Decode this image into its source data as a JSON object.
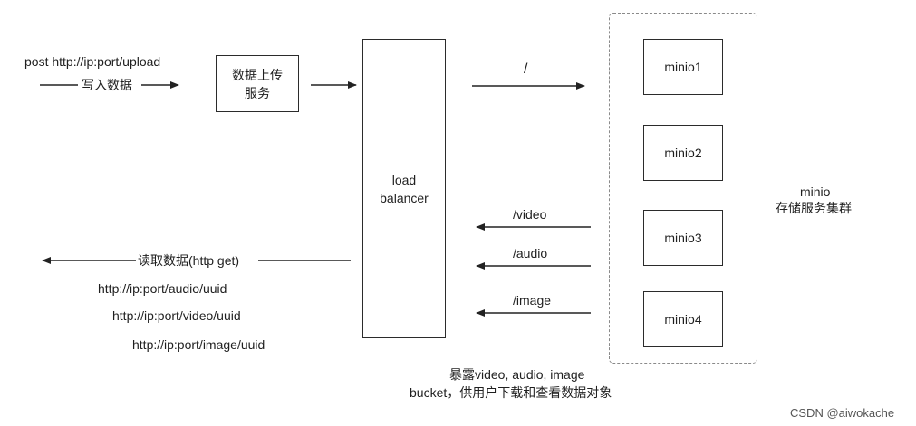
{
  "upload": {
    "request": "post http://ip:port/upload",
    "arrow_label": "写入数据",
    "service_line1": "数据上传",
    "service_line2": "服务"
  },
  "balancer": {
    "line1": "load",
    "line2": "balancer"
  },
  "routes": {
    "root": "/",
    "video": "/video",
    "audio": "/audio",
    "image": "/image"
  },
  "cluster": {
    "nodes": [
      "minio1",
      "minio2",
      "minio3",
      "minio4"
    ],
    "label_line1": "minio",
    "label_line2": "存储服务集群"
  },
  "read": {
    "arrow_label": "读取数据(http get)",
    "urls": [
      "http://ip:port/audio/uuid",
      "http://ip:port/video/uuid",
      "http://ip:port/image/uuid"
    ]
  },
  "note": {
    "line1": "暴露video, audio, image",
    "line2": "bucket，供用户下载和查看数据对象"
  },
  "watermark": "CSDN @aiwokache"
}
